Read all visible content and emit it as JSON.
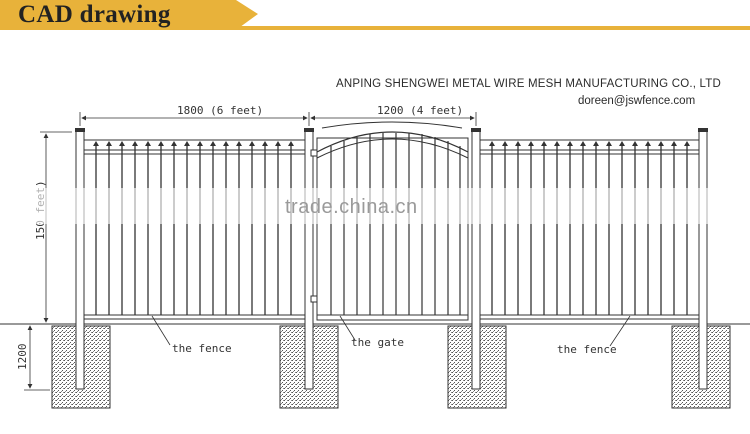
{
  "header": {
    "title": "CAD drawing",
    "accent_color": "#e8b23a"
  },
  "company": {
    "name": "ANPING SHENGWEI METAL WIRE MESH MANUFACTURING CO., LTD",
    "email": "doreen@jswfence.com"
  },
  "dimensions": {
    "fence_width": "1800 (6 feet)",
    "gate_width": "1200 (4 feet)",
    "height": "150 feet)",
    "post_depth": "1200"
  },
  "labels": {
    "fence_left": "the fence",
    "gate": "the gate",
    "fence_right": "the fence"
  },
  "watermark": "trade.china.cn"
}
